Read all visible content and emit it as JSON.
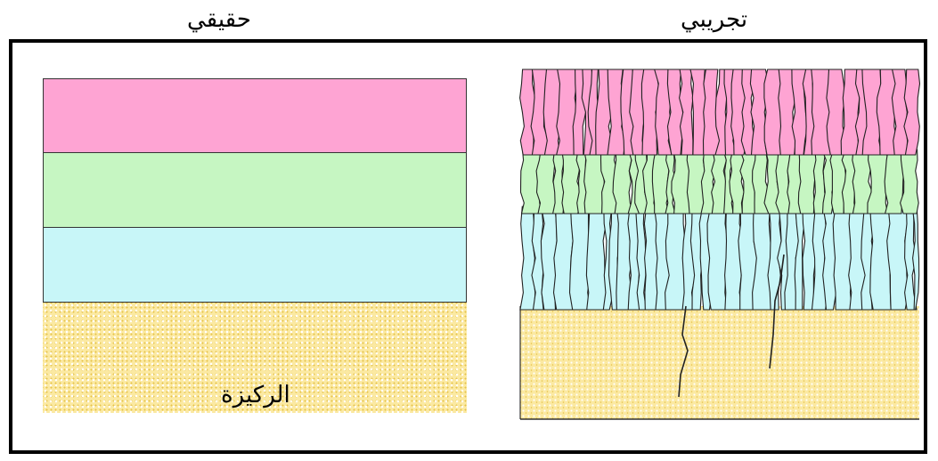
{
  "captions": {
    "left": "حقيقي",
    "right": "تجريبي"
  },
  "left_panel": {
    "substrate_label": "الركيزة"
  },
  "colors": {
    "top_layer": "#fea4d3",
    "middle_layer": "#c6f6c2",
    "bottom_layer": "#c8f6f8",
    "substrate": "#fbe9a2",
    "outline": "#333333",
    "frame": "#000000"
  },
  "icons": {
    "crack": "crack-line"
  }
}
